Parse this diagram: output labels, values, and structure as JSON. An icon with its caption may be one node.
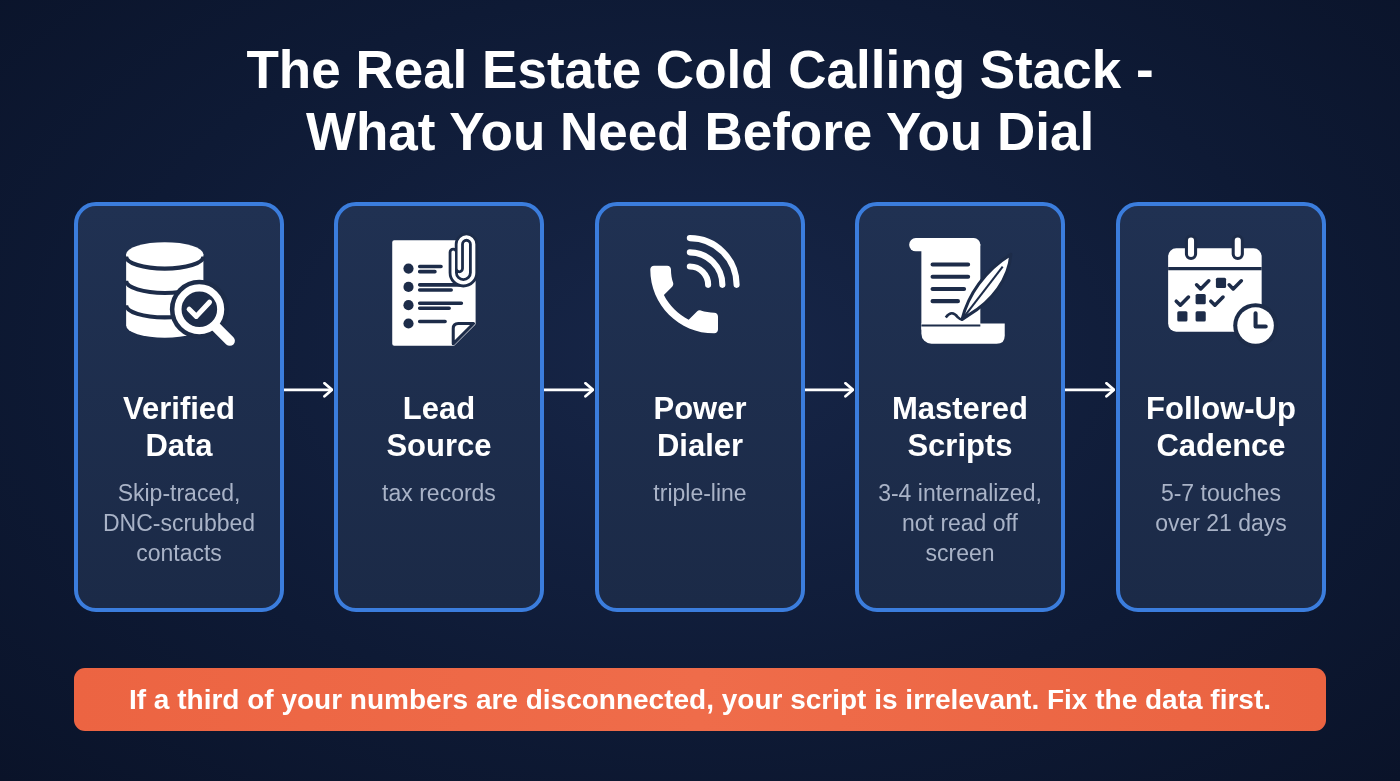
{
  "diagram": {
    "title": "The Real Estate Cold Calling Stack - What You Need Before You Dial",
    "nodes": [
      {
        "text": [
          "Verified Data",
          "Skip-traced, DNC-scrubbed contacts"
        ]
      },
      {
        "text": [
          "Lead Source",
          "tax records"
        ]
      },
      {
        "text": [
          "Power Dialer",
          "triple-line"
        ]
      },
      {
        "text": [
          "Mastered Scripts",
          "3-4 internalized, not read off screen"
        ]
      },
      {
        "text": [
          "Follow-Up Cadence",
          "5-7 touches over 21 days"
        ]
      },
      {
        "text": [
          "If a third of your numbers are disconnected, your script is irrelevant. Fix the data first."
        ]
      }
    ],
    "edges": [
      {
        "from": 0,
        "to": 1,
        "arrow": "to"
      },
      {
        "from": 1,
        "to": 2,
        "arrow": "to"
      },
      {
        "from": 2,
        "to": 3,
        "arrow": "to"
      },
      {
        "from": 3,
        "to": 4,
        "arrow": "to"
      }
    ]
  }
}
